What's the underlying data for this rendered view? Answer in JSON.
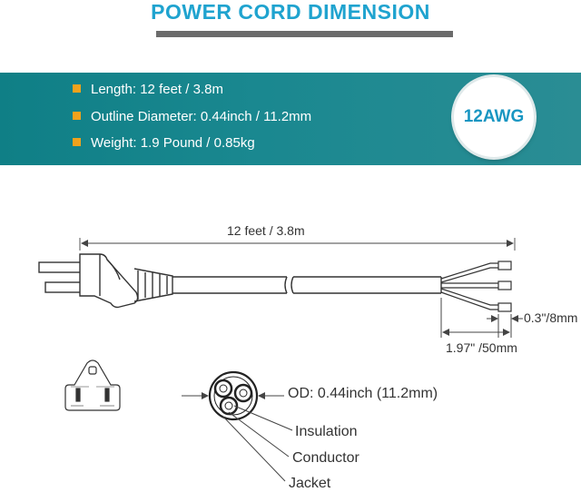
{
  "title": "POWER CORD DIMENSION",
  "specs": [
    "Length: 12 feet / 3.8m",
    "Outline Diameter: 0.44inch / 11.2mm",
    "Weight: 1.9 Pound / 0.85kg"
  ],
  "badge": "12AWG",
  "dimensions": {
    "length": "12 feet / 3.8m",
    "strip": "0.3\"/8mm",
    "lead": "1.97\" /50mm"
  },
  "cross_section": {
    "od": "OD: 0.44inch (11.2mm)",
    "insulation": "Insulation",
    "conductor": "Conductor",
    "jacket": "Jacket"
  },
  "colors": {
    "title": "#1fa3cf",
    "band": "#1a8890",
    "bullet": "#f0a21c",
    "badge_text": "#1996c2"
  },
  "icons": {
    "plug_face": "nema-plug-face-icon",
    "bullet": "square-bullet-icon"
  }
}
